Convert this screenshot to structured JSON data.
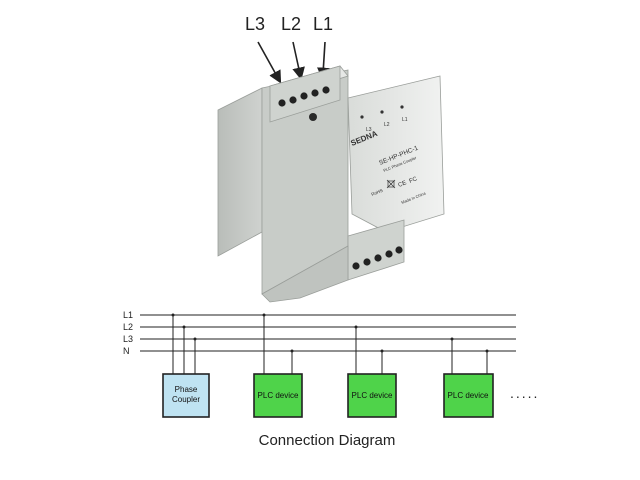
{
  "device": {
    "top_phase_labels": [
      "L3",
      "L2",
      "L1"
    ],
    "brand": "SEDNA",
    "model": "SE-HP-PHC-1",
    "subtitle": "PLC Phase Coupler",
    "led_labels": [
      "L3",
      "L2",
      "L1"
    ],
    "rohs_mark": "RoHS",
    "ce_mark": "CE",
    "fcc_mark": "FC",
    "made_in": "Made in China"
  },
  "diagram": {
    "lines": [
      "L1",
      "L2",
      "L3",
      "N"
    ],
    "phase_coupler_label": [
      "Phase",
      "Coupler"
    ],
    "plc_device_label": "PLC device",
    "ellipsis": ".....",
    "caption": "Connection Diagram",
    "colors": {
      "phase_coupler_fill": "#bfe3f2",
      "plc_device_fill": "#4fd34a",
      "box_border": "#222222",
      "line_color": "#222222"
    }
  }
}
